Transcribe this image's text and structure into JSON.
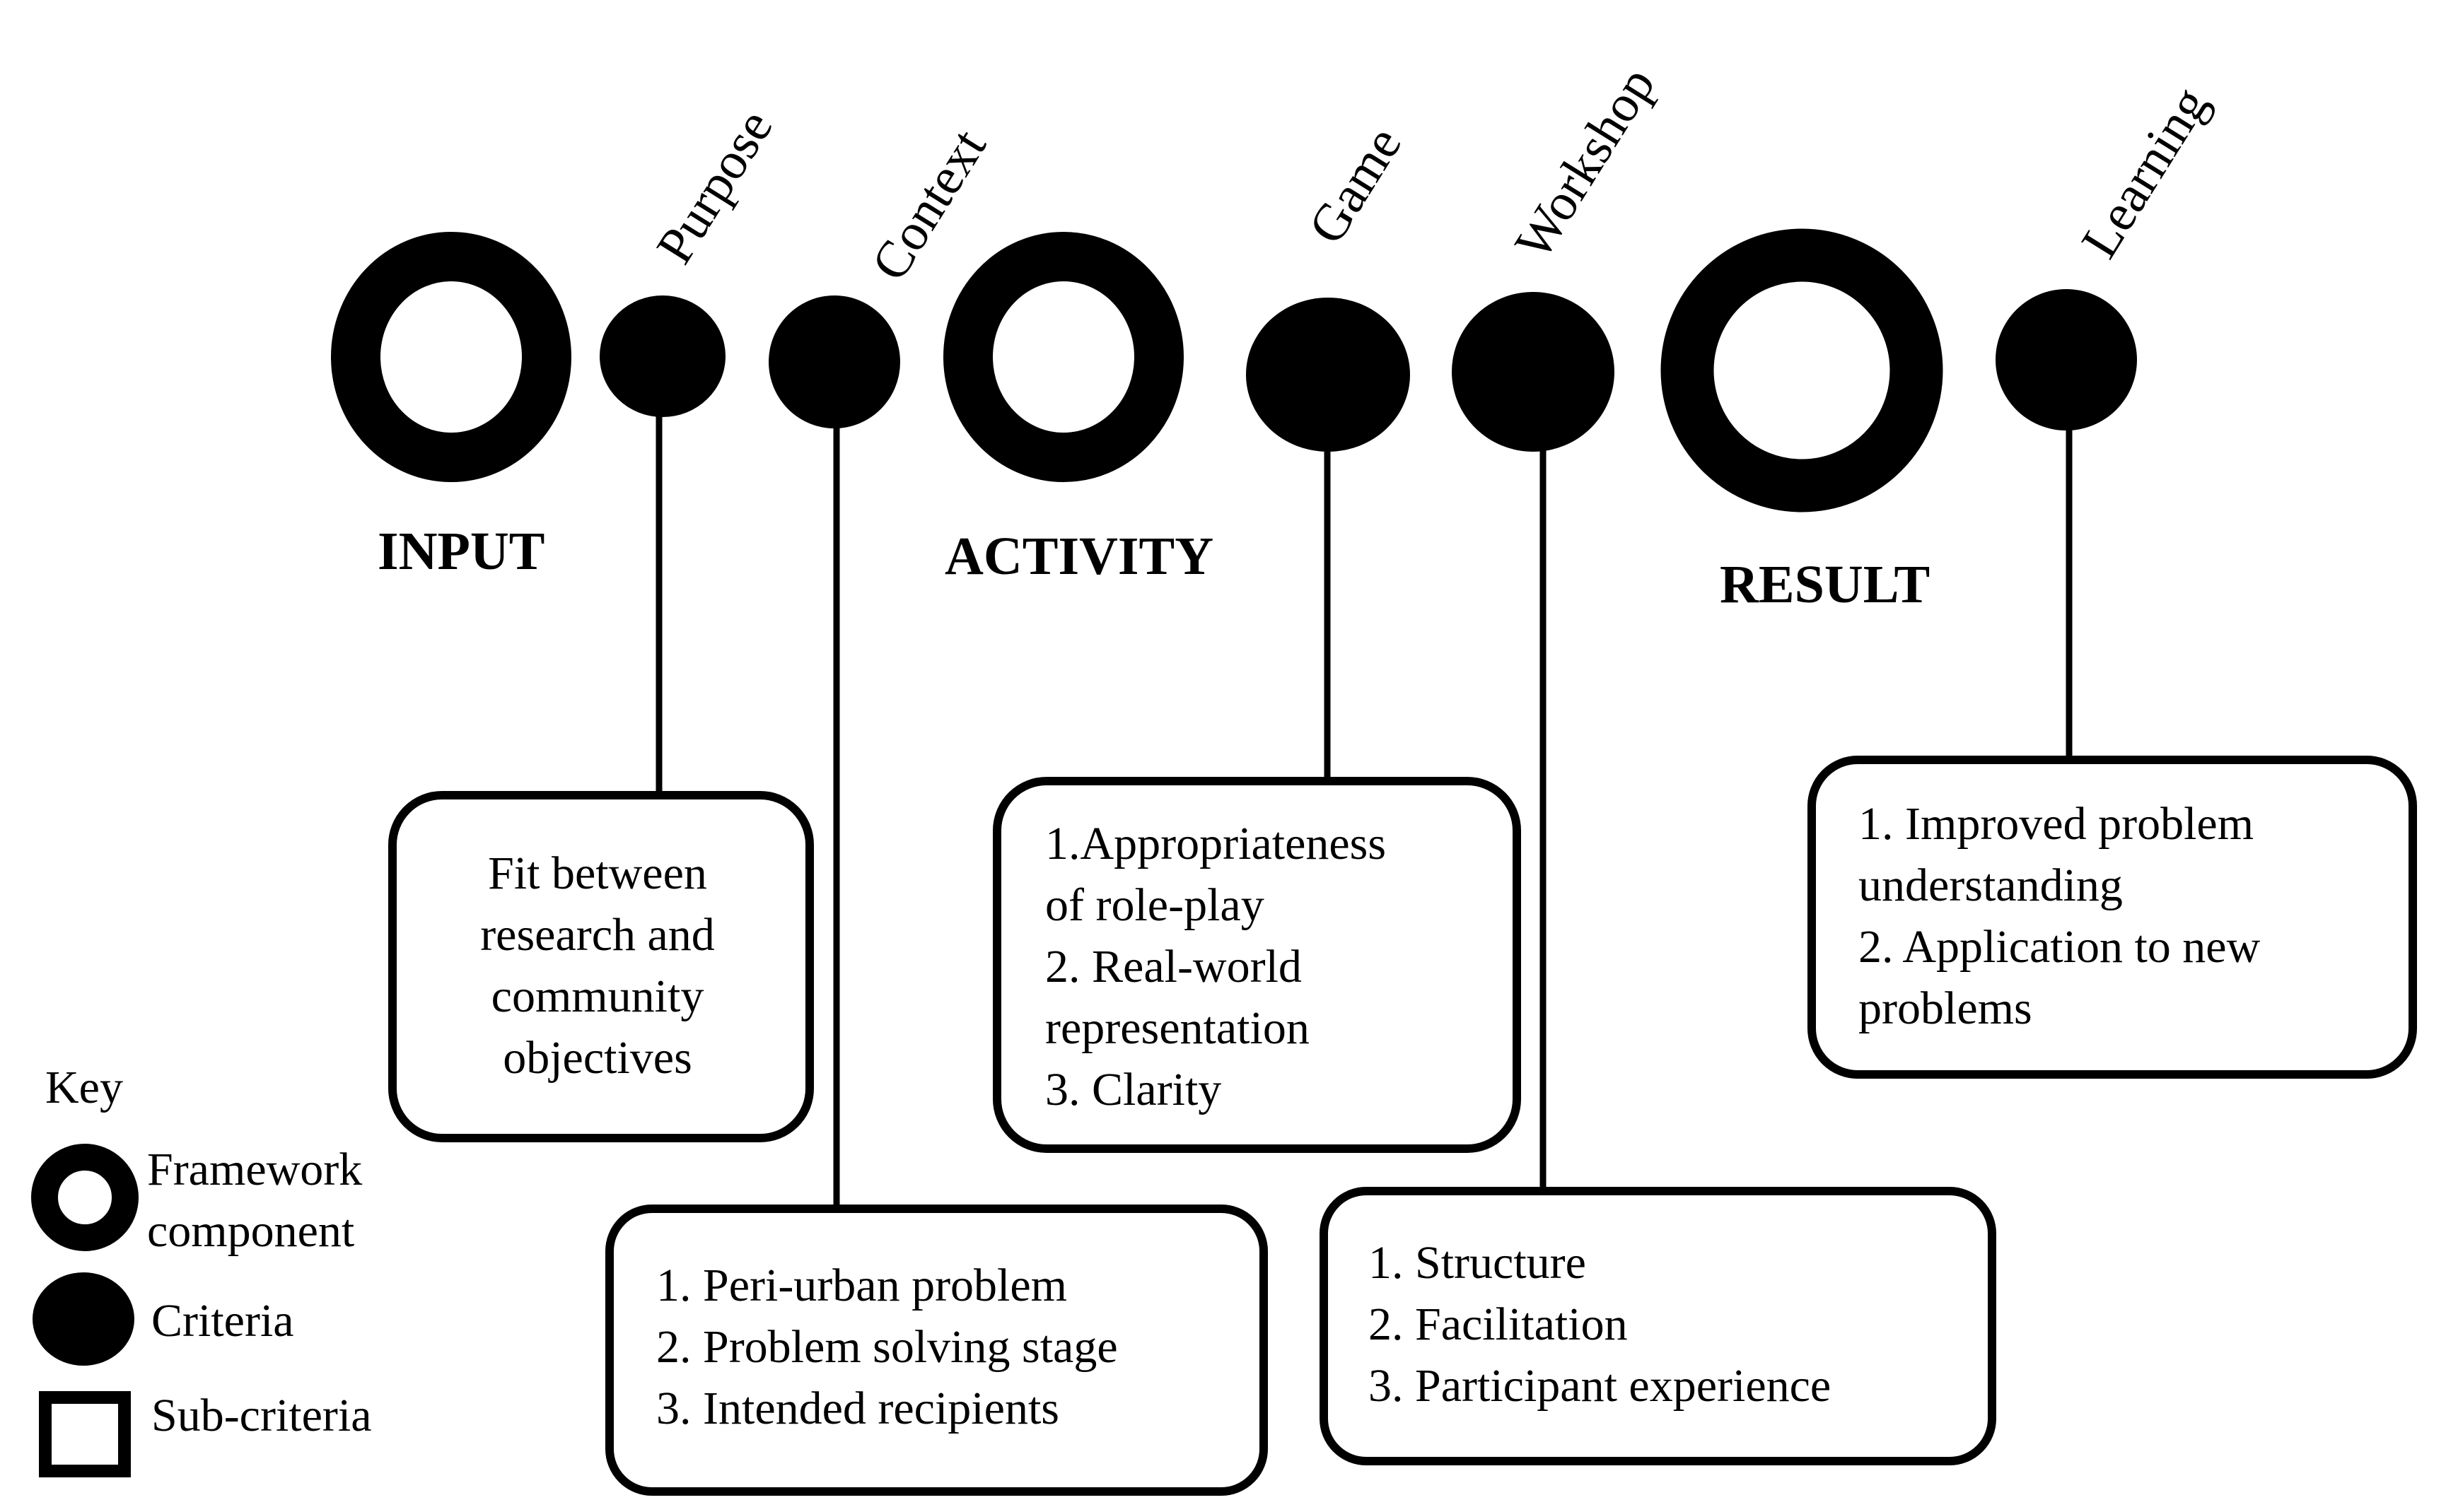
{
  "components": [
    {
      "id": "input",
      "label": "INPUT"
    },
    {
      "id": "activity",
      "label": "ACTIVITY"
    },
    {
      "id": "result",
      "label": "RESULT"
    }
  ],
  "criteria": [
    {
      "id": "purpose",
      "label": "Purpose"
    },
    {
      "id": "context",
      "label": "Context"
    },
    {
      "id": "game",
      "label": "Game"
    },
    {
      "id": "workshop",
      "label": "Workshop"
    },
    {
      "id": "learning",
      "label": "Learning"
    }
  ],
  "subcriteria": {
    "purpose": [
      "Fit between",
      "research and",
      "community",
      "objectives"
    ],
    "context": [
      "1. Peri-urban problem",
      "2. Problem solving stage",
      "3. Intended recipients"
    ],
    "game": [
      "1.Appropriateness",
      "of role-play",
      "2. Real-world",
      "representation",
      "3. Clarity"
    ],
    "workshop": [
      "1. Structure",
      "2. Facilitation",
      "3. Participant experience"
    ],
    "learning": [
      "1. Improved problem",
      "understanding",
      "2. Application to new",
      "problems"
    ]
  },
  "key": {
    "title": "Key",
    "framework_component": [
      "Framework",
      "component"
    ],
    "criteria": "Criteria",
    "sub_criteria": "Sub-criteria"
  }
}
